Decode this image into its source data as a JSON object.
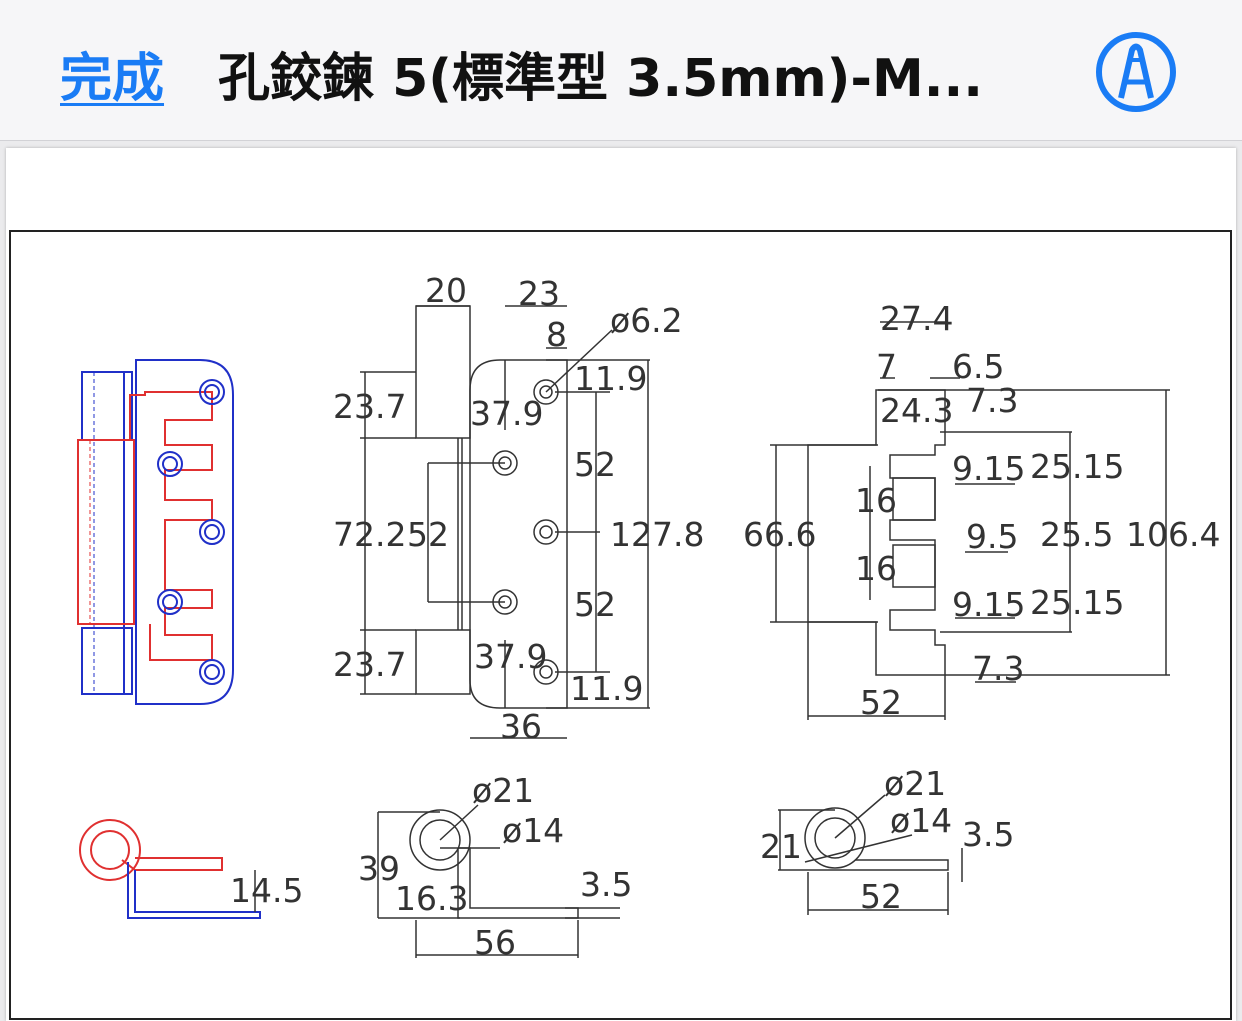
{
  "navbar": {
    "done_label": "完成",
    "title": "孔鉸鍊 5(標準型 3.5mm)-M...",
    "markup_icon": "markup-pen-icon"
  },
  "colors": {
    "accent": "#1a7cf5",
    "line": "#333333",
    "red": "#e03030",
    "blue": "#2030c8"
  },
  "dimensions": {
    "side_top_width": "20",
    "side_top_height": "23.7",
    "side_middle_height": "72.2",
    "side_middle_inner": "52",
    "side_bottom_height": "23.7",
    "side_hole_offset_top": "37.9",
    "side_hole_offset_bottom": "37.9",
    "front_width_top": "23",
    "front_hole_offset": "8",
    "hole_diameter": "ø6.2",
    "front_top_margin": "11.9",
    "front_spacing_upper": "52",
    "front_total_height": "127.8",
    "front_spacing_lower": "52",
    "front_bottom_margin": "11.9",
    "front_width_bottom": "36",
    "right_width_top": "27.4",
    "right_left_offset": "7",
    "right_right_offset": "6.5",
    "right_top_notch": "24.3",
    "right_top_small": "7.3",
    "right_slot1": "9.15",
    "right_pitch1": "25.15",
    "right_height_left": "66.6",
    "right_square1": "16",
    "right_slot2": "9.5",
    "right_pitch2": "25.5",
    "right_total_height": "106.4",
    "right_square2": "16",
    "right_slot3": "9.15",
    "right_pitch3": "25.15",
    "right_bottom_small": "7.3",
    "right_bottom_width": "52",
    "section_small_height": "14.5",
    "section_mid_outer": "ø21",
    "section_mid_inner": "ø14",
    "section_mid_height": "39",
    "section_mid_offset": "16.3",
    "section_mid_thickness": "3.5",
    "section_mid_width": "56",
    "section_right_outer": "ø21",
    "section_right_inner": "ø14",
    "section_right_height": "21",
    "section_right_thickness": "3.5",
    "section_right_width": "52"
  }
}
